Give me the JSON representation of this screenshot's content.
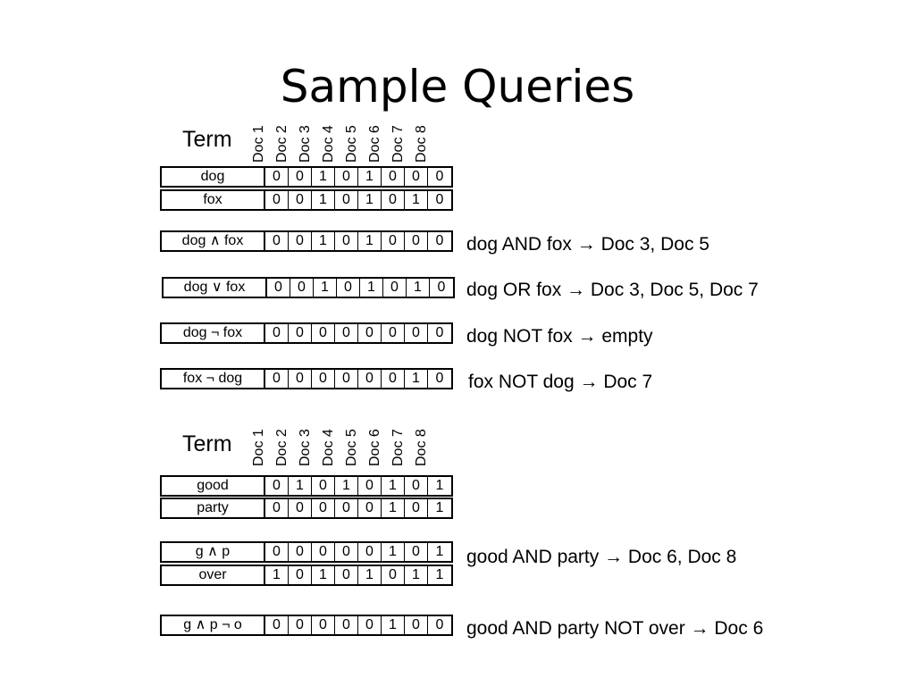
{
  "title": "Sample Queries",
  "sections": [
    {
      "term_header": "Term",
      "doc_headers": [
        "Doc 1",
        "Doc 2",
        "Doc 3",
        "Doc 4",
        "Doc 5",
        "Doc 6",
        "Doc 7",
        "Doc 8"
      ],
      "rows": [
        {
          "label": "dog",
          "bits": [
            "0",
            "0",
            "1",
            "0",
            "1",
            "0",
            "0",
            "0"
          ]
        },
        {
          "label": "fox",
          "bits": [
            "0",
            "0",
            "1",
            "0",
            "1",
            "0",
            "1",
            "0"
          ]
        },
        {
          "label": "dog ∧ fox",
          "bits": [
            "0",
            "0",
            "1",
            "0",
            "1",
            "0",
            "0",
            "0"
          ],
          "result": "dog AND fox → Doc 3, Doc 5"
        },
        {
          "label": "dog ∨ fox",
          "bits": [
            "0",
            "0",
            "1",
            "0",
            "1",
            "0",
            "1",
            "0"
          ],
          "result": "dog OR fox → Doc 3, Doc 5, Doc 7"
        },
        {
          "label": "dog ¬ fox",
          "bits": [
            "0",
            "0",
            "0",
            "0",
            "0",
            "0",
            "0",
            "0"
          ],
          "result": "dog NOT fox → empty"
        },
        {
          "label": "fox ¬ dog",
          "bits": [
            "0",
            "0",
            "0",
            "0",
            "0",
            "0",
            "1",
            "0"
          ],
          "result": "fox NOT dog → Doc 7"
        }
      ]
    },
    {
      "term_header": "Term",
      "doc_headers": [
        "Doc 1",
        "Doc 2",
        "Doc 3",
        "Doc 4",
        "Doc 5",
        "Doc 6",
        "Doc 7",
        "Doc 8"
      ],
      "rows": [
        {
          "label": "good",
          "bits": [
            "0",
            "1",
            "0",
            "1",
            "0",
            "1",
            "0",
            "1"
          ]
        },
        {
          "label": "party",
          "bits": [
            "0",
            "0",
            "0",
            "0",
            "0",
            "1",
            "0",
            "1"
          ]
        },
        {
          "label": "g ∧ p",
          "bits": [
            "0",
            "0",
            "0",
            "0",
            "0",
            "1",
            "0",
            "1"
          ],
          "result": "good AND party → Doc 6, Doc 8"
        },
        {
          "label": "over",
          "bits": [
            "1",
            "0",
            "1",
            "0",
            "1",
            "0",
            "1",
            "1"
          ]
        },
        {
          "label": "g ∧ p ¬ o",
          "bits": [
            "0",
            "0",
            "0",
            "0",
            "0",
            "1",
            "0",
            "0"
          ],
          "result": "good AND party NOT over → Doc 6"
        }
      ]
    }
  ]
}
